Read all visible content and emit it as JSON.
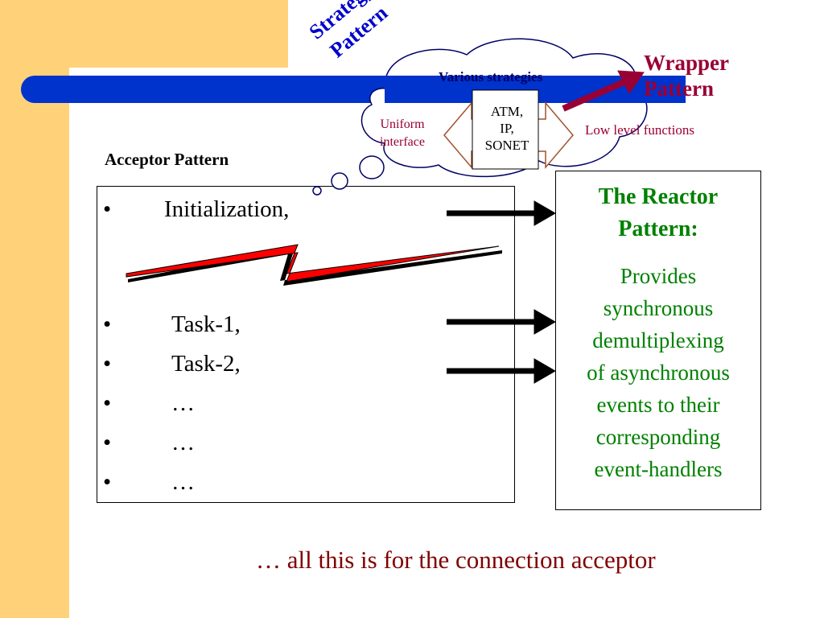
{
  "slide": {
    "strategy_label": [
      "Strategy",
      "Pattern"
    ],
    "cloud": {
      "various": "Various strategies",
      "uniform": [
        "Uniform",
        "interface"
      ],
      "atm": [
        "ATM,",
        "IP,",
        "SONET"
      ],
      "lowlevel": "Low level functions"
    },
    "wrapper_label": [
      "Wrapper",
      "Pattern"
    ],
    "acceptor_title": "Acceptor Pattern",
    "tasks": [
      {
        "bullet": "•",
        "label": "Initialization,"
      },
      {
        "bullet": "•",
        "label": "Task-1,"
      },
      {
        "bullet": "•",
        "label": "Task-2,"
      },
      {
        "bullet": "•",
        "label": "…"
      },
      {
        "bullet": "•",
        "label": "…"
      },
      {
        "bullet": "•",
        "label": "…"
      }
    ],
    "reactor": {
      "title": [
        "The Reactor",
        "Pattern:"
      ],
      "description": [
        "Provides",
        "synchronous",
        "demultiplexing",
        "of asynchronous",
        "events to their",
        "corresponding",
        "event-handlers"
      ]
    },
    "footer": "… all this is for the connection acceptor"
  },
  "colors": {
    "gold": "#ffd27a",
    "blue_bar": "#0033cc",
    "green_text": "#008000",
    "maroon_text": "#800000",
    "wrapper_arrow": "#990033",
    "lightning": "#ff0000"
  }
}
